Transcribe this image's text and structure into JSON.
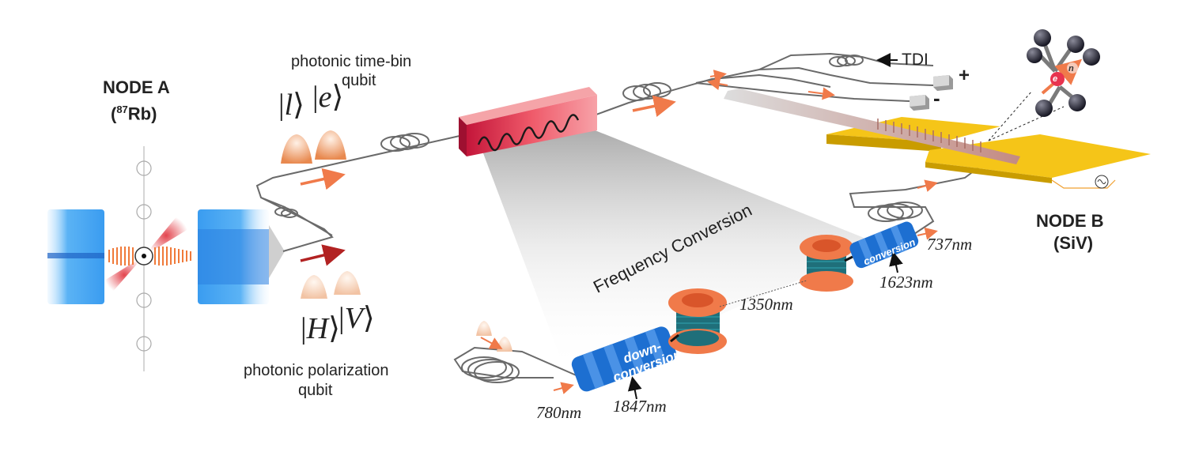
{
  "node_a": {
    "title": "NODE A",
    "isotope_mass": "87",
    "species": "Rb"
  },
  "node_b": {
    "title": "NODE B",
    "species": "(SiV)"
  },
  "labels": {
    "time_bin_line1": "photonic time-bin",
    "time_bin_line2": "qubit",
    "polarization_line1": "photonic polarization",
    "polarization_line2": "qubit",
    "frequency_conversion": "Frequency Conversion",
    "tdi": "TDI",
    "plus": "+",
    "minus": "-",
    "down_conversion_1": "down-",
    "down_conversion_2": "conversion",
    "up_conversion": "conversion",
    "electron": "e",
    "nuclear": "n"
  },
  "kets": {
    "late": "l",
    "early": "e",
    "horizontal": "H",
    "vertical": "V"
  },
  "wavelengths": {
    "w780": "780",
    "w1847": "1847",
    "w1350": "1350",
    "w1623": "1623",
    "w737": "737",
    "unit": "nm"
  },
  "colors": {
    "cavity_blue": "#3a9cf0",
    "fiber": "#666666",
    "arrow_orange": "#f07a4a",
    "arrow_red": "#b22222",
    "crystal_red": "#e8344f",
    "spool_teal": "#1f6f7a",
    "spool_orange": "#f07a4a",
    "gold": "#f5c518",
    "converter_blue": "#1d6fd1"
  }
}
